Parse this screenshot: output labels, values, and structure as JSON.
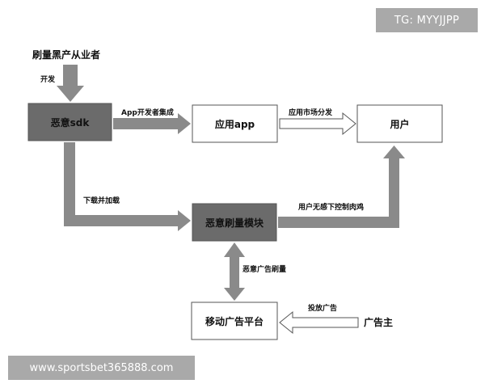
{
  "top_label": "刷量黑产从业者",
  "nodes": {
    "malicious_sdk": "恶意sdk",
    "app": "应用app",
    "user": "用户",
    "malicious_module": "恶意刷量模块",
    "ad_platform": "移动广告平台",
    "advertiser": "广告主"
  },
  "edges": {
    "develop": "开发",
    "integrate": "App开发者集成",
    "distribute": "应用市场分发",
    "download_load": "下载并加载",
    "control": "用户无感下控制肉鸡",
    "ad_fraud": "恶意广告刷量",
    "place_ads": "投放广告"
  },
  "watermarks": {
    "tg": "TG: MYYJJPP",
    "site": "www.sportsbet365888.com"
  },
  "colors": {
    "dark_box": "#6b6b6b",
    "arrow": "#8a8a8a",
    "box_border": "#555555"
  }
}
